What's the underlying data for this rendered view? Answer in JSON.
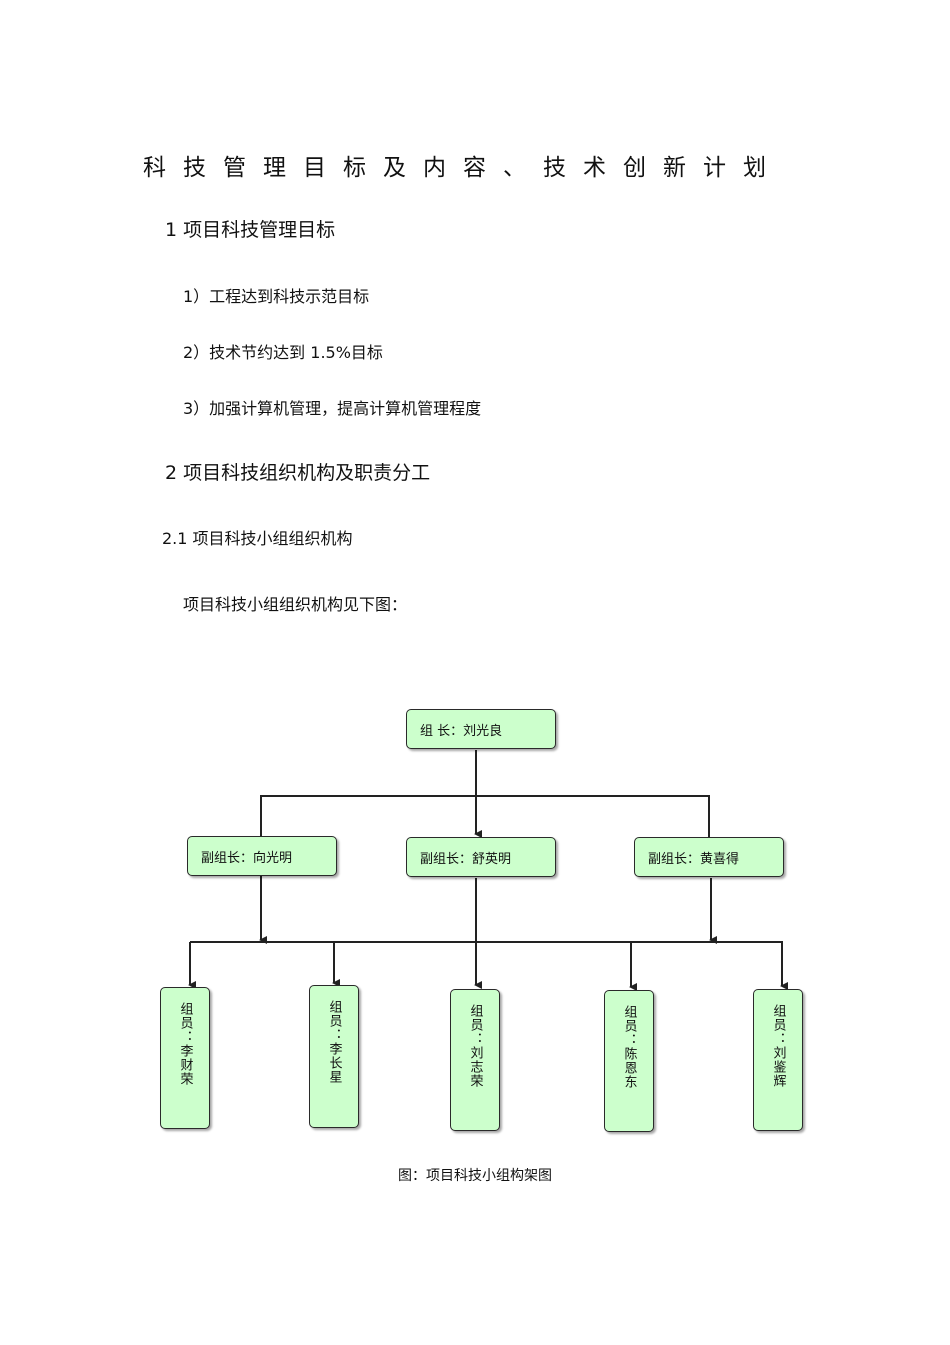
{
  "document": {
    "title": "科技管理目标及内容、技术创新计划",
    "section1": {
      "heading": "1 项目科技管理目标",
      "items": [
        "1）工程达到科技示范目标",
        "2）技术节约达到  1.5%目标",
        "3）加强计算机管理，提高计算机管理程度"
      ]
    },
    "section2": {
      "heading": "2  项目科技组织机构及职责分工",
      "sub": "2.1   项目科技小组组织机构",
      "intro": "项目科技小组组织机构见下图："
    },
    "chart": {
      "leader": "组  长：刘光良",
      "deputies": [
        "副组长：向光明",
        "副组长：舒英明",
        "副组长：黄喜得"
      ],
      "members": [
        "组员：李财荣",
        "组员：李长星",
        "组员：刘志荣",
        "组员：陈恩东",
        "组员：刘鉴辉"
      ],
      "node_fill": "#ccffcc",
      "caption": "图：项目科技小组构架图"
    }
  }
}
